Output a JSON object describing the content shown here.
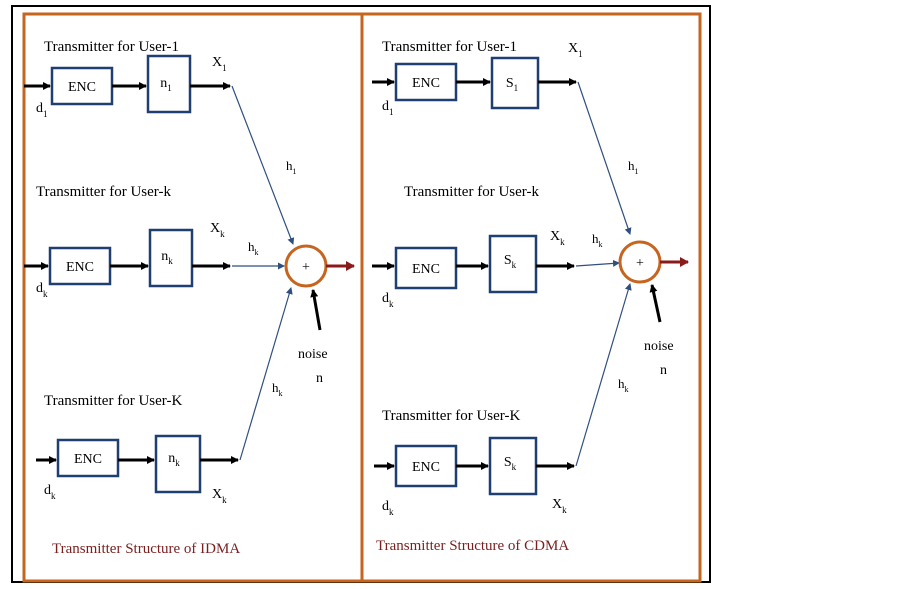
{
  "colors": {
    "frame": "#000000",
    "panel_border": "#c5651f",
    "block_border": "#1f3f73",
    "arrow": "#000000",
    "channel_line": "#2f4f80",
    "adder": "#c5651f",
    "output_arrow": "#8b1a1a",
    "caption": "#7a1f1f"
  },
  "panels": [
    {
      "id": "idma",
      "caption": "Transmitter Structure of IDMA",
      "adder_symbol": "+",
      "noise_label": "noise",
      "noise_symbol": "n",
      "users": [
        {
          "title": "Transmitter for User-1",
          "input": "d",
          "input_sub": "1",
          "encoder": "ENC",
          "block": "n",
          "block_sub": "1",
          "output": "X",
          "output_sub": "1",
          "gain": "h",
          "gain_sub": "1"
        },
        {
          "title": "Transmitter for User-k",
          "input": "d",
          "input_sub": "k",
          "encoder": "ENC",
          "block": "n",
          "block_sub": "k",
          "output": "X",
          "output_sub": "k",
          "gain": "h",
          "gain_sub": "k"
        },
        {
          "title": "Transmitter for User-K",
          "input": "d",
          "input_sub": "k",
          "encoder": "ENC",
          "block": "n",
          "block_sub": "k",
          "output": "X",
          "output_sub": "k",
          "gain": "h",
          "gain_sub": "k"
        }
      ]
    },
    {
      "id": "cdma",
      "caption": "Transmitter Structure of CDMA",
      "adder_symbol": "+",
      "noise_label": "noise",
      "noise_symbol": "n",
      "users": [
        {
          "title": "Transmitter for User-1",
          "input": "d",
          "input_sub": "1",
          "encoder": "ENC",
          "block": "S",
          "block_sub": "1",
          "output": "X",
          "output_sub": "1",
          "gain": "h",
          "gain_sub": "1"
        },
        {
          "title": "Transmitter for User-k",
          "input": "d",
          "input_sub": "k",
          "encoder": "ENC",
          "block": "S",
          "block_sub": "k",
          "output": "X",
          "output_sub": "k",
          "gain": "h",
          "gain_sub": "k"
        },
        {
          "title": "Transmitter for User-K",
          "input": "d",
          "input_sub": "k",
          "encoder": "ENC",
          "block": "S",
          "block_sub": "k",
          "output": "X",
          "output_sub": "k",
          "gain": "h",
          "gain_sub": "k"
        }
      ]
    }
  ]
}
